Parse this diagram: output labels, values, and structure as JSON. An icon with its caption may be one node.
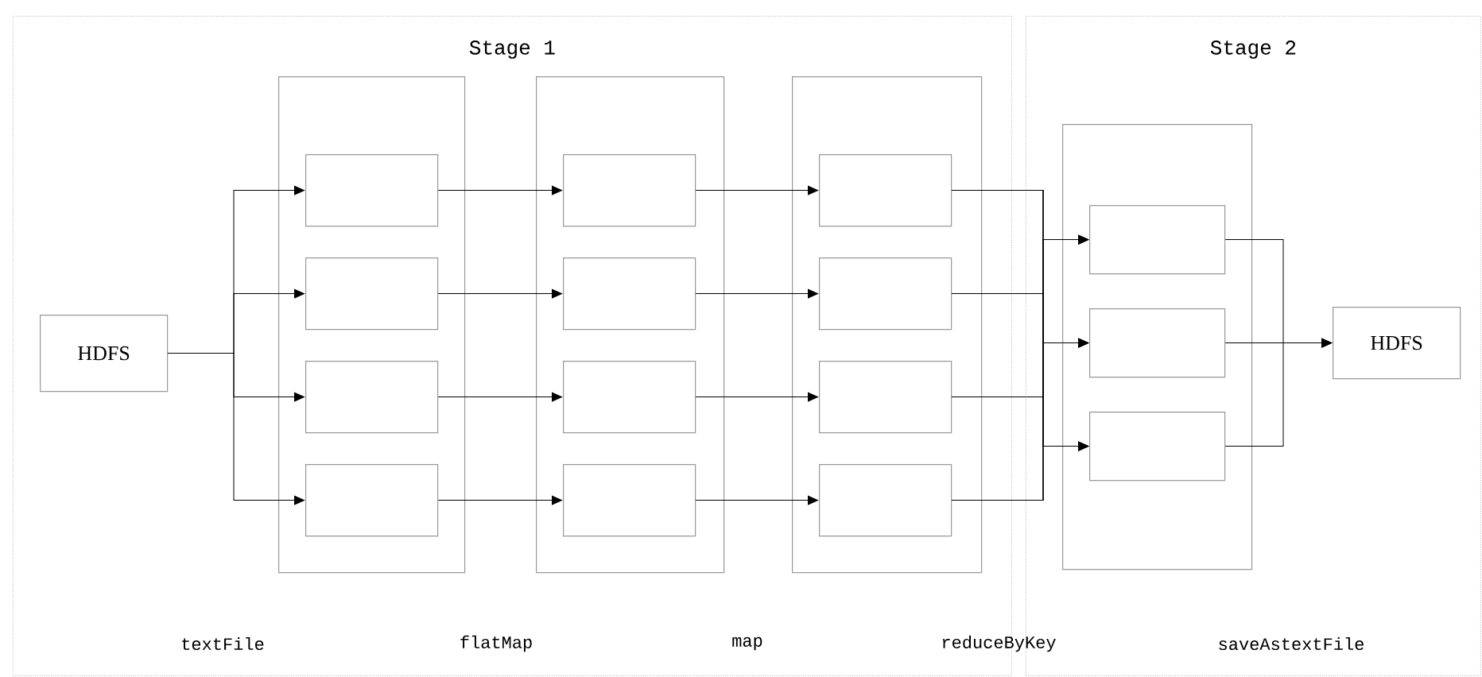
{
  "diagram": {
    "nodes": [
      {
        "text": [
          "Stage 1"
        ]
      },
      {
        "text": [
          "HDFS"
        ],
        "in": 0
      },
      {
        "text": [],
        "shape": "box",
        "in": 0
      },
      {
        "text": [],
        "shape": "box",
        "in": 2
      },
      {
        "text": [],
        "shape": "box",
        "in": 2
      },
      {
        "text": [],
        "shape": "box",
        "in": 2
      },
      {
        "text": [],
        "shape": "box",
        "in": 2
      },
      {
        "text": [],
        "shape": "box",
        "in": 0
      },
      {
        "text": [],
        "shape": "box",
        "in": 7
      },
      {
        "text": [],
        "shape": "box",
        "in": 7
      },
      {
        "text": [],
        "shape": "box",
        "in": 7
      },
      {
        "text": [],
        "shape": "box",
        "in": 7
      },
      {
        "text": [],
        "shape": "box",
        "in": 0
      },
      {
        "text": [],
        "shape": "box",
        "in": 12
      },
      {
        "text": [],
        "shape": "box",
        "in": 12
      },
      {
        "text": [],
        "shape": "box",
        "in": 12
      },
      {
        "text": [],
        "shape": "box",
        "in": 12
      },
      {
        "text": [
          "Stage 2"
        ]
      },
      {
        "text": [],
        "shape": "box",
        "in": 17
      },
      {
        "text": [],
        "shape": "box",
        "in": 18
      },
      {
        "text": [],
        "shape": "box",
        "in": 18
      },
      {
        "text": [],
        "shape": "box",
        "in": 18
      },
      {
        "text": [
          "HDFS"
        ],
        "in": 17
      }
    ],
    "edges": [
      {
        "from": 1,
        "to": 3,
        "arrow": "to"
      },
      {
        "from": 1,
        "to": 4,
        "arrow": "to"
      },
      {
        "from": 1,
        "to": 5,
        "arrow": "to"
      },
      {
        "from": 1,
        "to": 6,
        "arrow": "to"
      },
      {
        "from": 3,
        "to": 8,
        "arrow": "to"
      },
      {
        "from": 4,
        "to": 9,
        "arrow": "to"
      },
      {
        "from": 5,
        "to": 10,
        "arrow": "to"
      },
      {
        "from": 6,
        "to": 11,
        "arrow": "to"
      },
      {
        "from": 8,
        "to": 13,
        "arrow": "to"
      },
      {
        "from": 9,
        "to": 14,
        "arrow": "to"
      },
      {
        "from": 10,
        "to": 15,
        "arrow": "to"
      },
      {
        "from": 11,
        "to": 16,
        "arrow": "to"
      },
      {
        "from": 13,
        "to": 19,
        "arrow": "to"
      },
      {
        "from": 13,
        "to": 20,
        "arrow": "to"
      },
      {
        "from": 13,
        "to": 21,
        "arrow": "to"
      },
      {
        "from": 14,
        "to": 19,
        "arrow": "to"
      },
      {
        "from": 14,
        "to": 20,
        "arrow": "to"
      },
      {
        "from": 14,
        "to": 21,
        "arrow": "to"
      },
      {
        "from": 15,
        "to": 19,
        "arrow": "to"
      },
      {
        "from": 15,
        "to": 20,
        "arrow": "to"
      },
      {
        "from": 15,
        "to": 21,
        "arrow": "to"
      },
      {
        "from": 16,
        "to": 19,
        "arrow": "to"
      },
      {
        "from": 16,
        "to": 20,
        "arrow": "to"
      },
      {
        "from": 16,
        "to": 21,
        "arrow": "to"
      },
      {
        "from": 19,
        "to": 22,
        "arrow": "to"
      },
      {
        "from": 20,
        "to": 22,
        "arrow": "to"
      },
      {
        "from": 21,
        "to": 22,
        "arrow": "to"
      }
    ],
    "labels": [
      "textFile",
      "flatMap",
      "map",
      "reduceByKey",
      "saveAstextFile"
    ]
  }
}
